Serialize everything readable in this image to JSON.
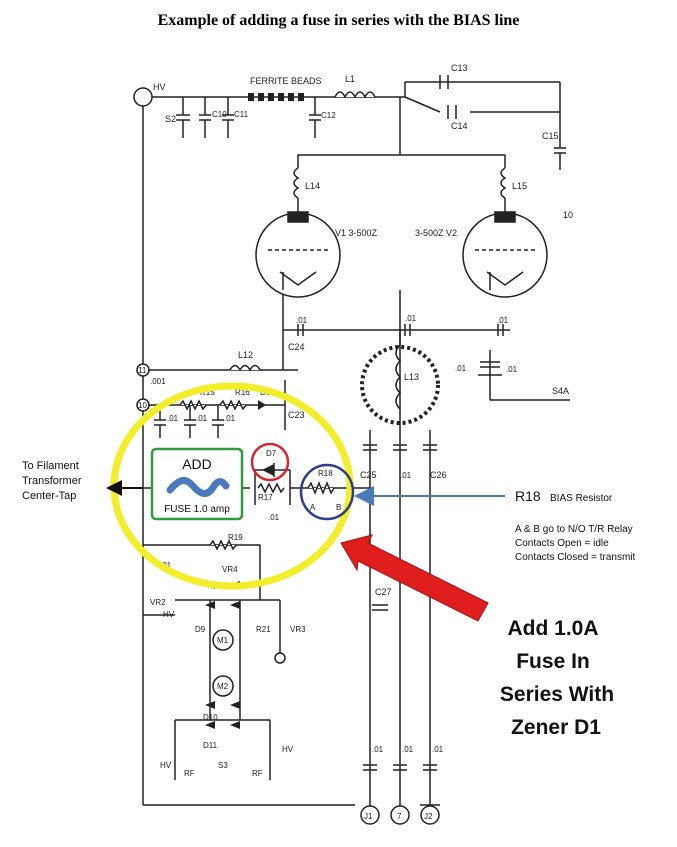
{
  "title": "Example of adding a fuse in series with the BIAS line",
  "colors": {
    "highlight_circle": "#f2ee2a",
    "fuse_box": "#2f9a3e",
    "fuse": "#4a79be",
    "d7_circle": "#d8262e",
    "r18_circle": "#2d3d8c",
    "arrow_red": "#e01e1e",
    "arrow_blue": "#4a7ab8",
    "wire": "#222222"
  },
  "annotations": {
    "filament": [
      "To Filament",
      "Transformer",
      "Center-Tap"
    ],
    "add": "ADD",
    "fuse_label": "FUSE 1.0 amp",
    "r18_title": "R18",
    "r18_subtitle": "BIAS Resistor",
    "relay": [
      "A & B go to N/O T/R Relay",
      "Contacts Open = idle",
      "Contacts Closed = transmit"
    ],
    "callout": [
      "Add 1.0A",
      "Fuse In",
      "Series With",
      "Zener D1"
    ]
  },
  "schematic_labels": {
    "hv": "HV",
    "ferrite": "FERRITE BEADS",
    "l1": "L1",
    "c13": "C13",
    "c14": "C14",
    "c15": "C15",
    "c10": "C10",
    "c11": "C11",
    "c12": "C12",
    "s2": "S2",
    "l14": "L14",
    "l15": "L15",
    "v1": "V1 3-500Z",
    "v2": "3-500Z V2",
    "ten": "10",
    "c24": "C24",
    "l12": "L12",
    "l13": "L13",
    "r15": "R15",
    "r16": "R16",
    "d6": "D6",
    "c23": "C23",
    "d7": "D7",
    "r17": "R17",
    "r18": "R18",
    "a": "A",
    "b": "B",
    "c25": "C25",
    "c26": "C26",
    "c27": "C27",
    "r19": "R19",
    "vr4": "VR4",
    "vr2": "VR2",
    "vr3": "VR3",
    "d9": "D9",
    "r21": "R21",
    "m1": "M1",
    "m2": "M2",
    "d10": "D10",
    "d11": "D11",
    "s3": "S3",
    "rf": "RF",
    "s4a": "S4A",
    "j1": "J1",
    "j2": "J2",
    "j7": "7",
    "p01": ".01",
    "p001": ".001",
    "eleven": "11",
    "ten2": "10"
  }
}
